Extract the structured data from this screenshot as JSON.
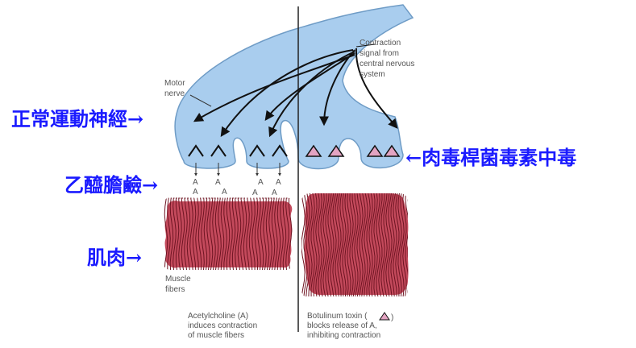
{
  "labels": {
    "contraction_line1": "Contraction",
    "contraction_line2": "signal from",
    "contraction_line3": "central nervous",
    "contraction_line4": "system",
    "motor_line1": "Motor",
    "motor_line2": "nerve",
    "muscle_line1": "Muscle",
    "muscle_line2": "fibers",
    "ach_symbol": "A",
    "left_caption_line1": "Acetylcholine (A)",
    "left_caption_line2": "induces contraction",
    "left_caption_line3": "of muscle fibers",
    "right_caption_line1": "Botulinum toxin (",
    "right_caption_line2": "blocks release of A,",
    "right_caption_line3": "inhibiting contraction"
  },
  "annotations": {
    "normal_nerve": "正常運動神經→",
    "acetylcholine": "乙醯膽鹼→",
    "muscle": "肌肉→",
    "botulism": "←肉毒桿菌毒素中毒"
  },
  "colors": {
    "nerve_fill": "#a9cdee",
    "nerve_stroke": "#6f9cc6",
    "muscle_fill": "#c44a5c",
    "muscle_stripe": "#6e1422",
    "toxin_fill": "#e3a4c2",
    "annotation": "#1a1aff",
    "caption": "#555555"
  }
}
